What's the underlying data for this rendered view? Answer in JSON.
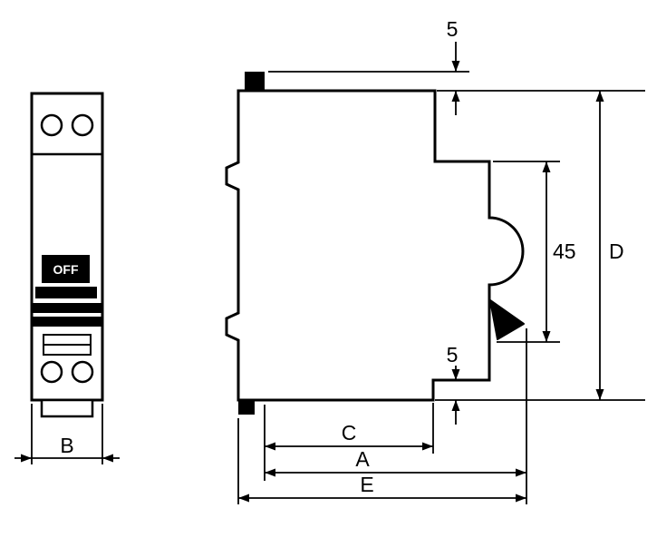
{
  "drawing": {
    "title": "circuit-breaker-dimension-drawing",
    "colors": {
      "line": "#000000",
      "background": "#ffffff"
    }
  },
  "front_view": {
    "switch_label": "OFF",
    "dim_width": "B"
  },
  "side_view": {
    "dim_top_offset": "5",
    "dim_front_height": "45",
    "dim_total_height": "D",
    "dim_bottom_offset": "5",
    "dim_depth_c": "C",
    "dim_depth_a": "A",
    "dim_depth_e": "E"
  }
}
